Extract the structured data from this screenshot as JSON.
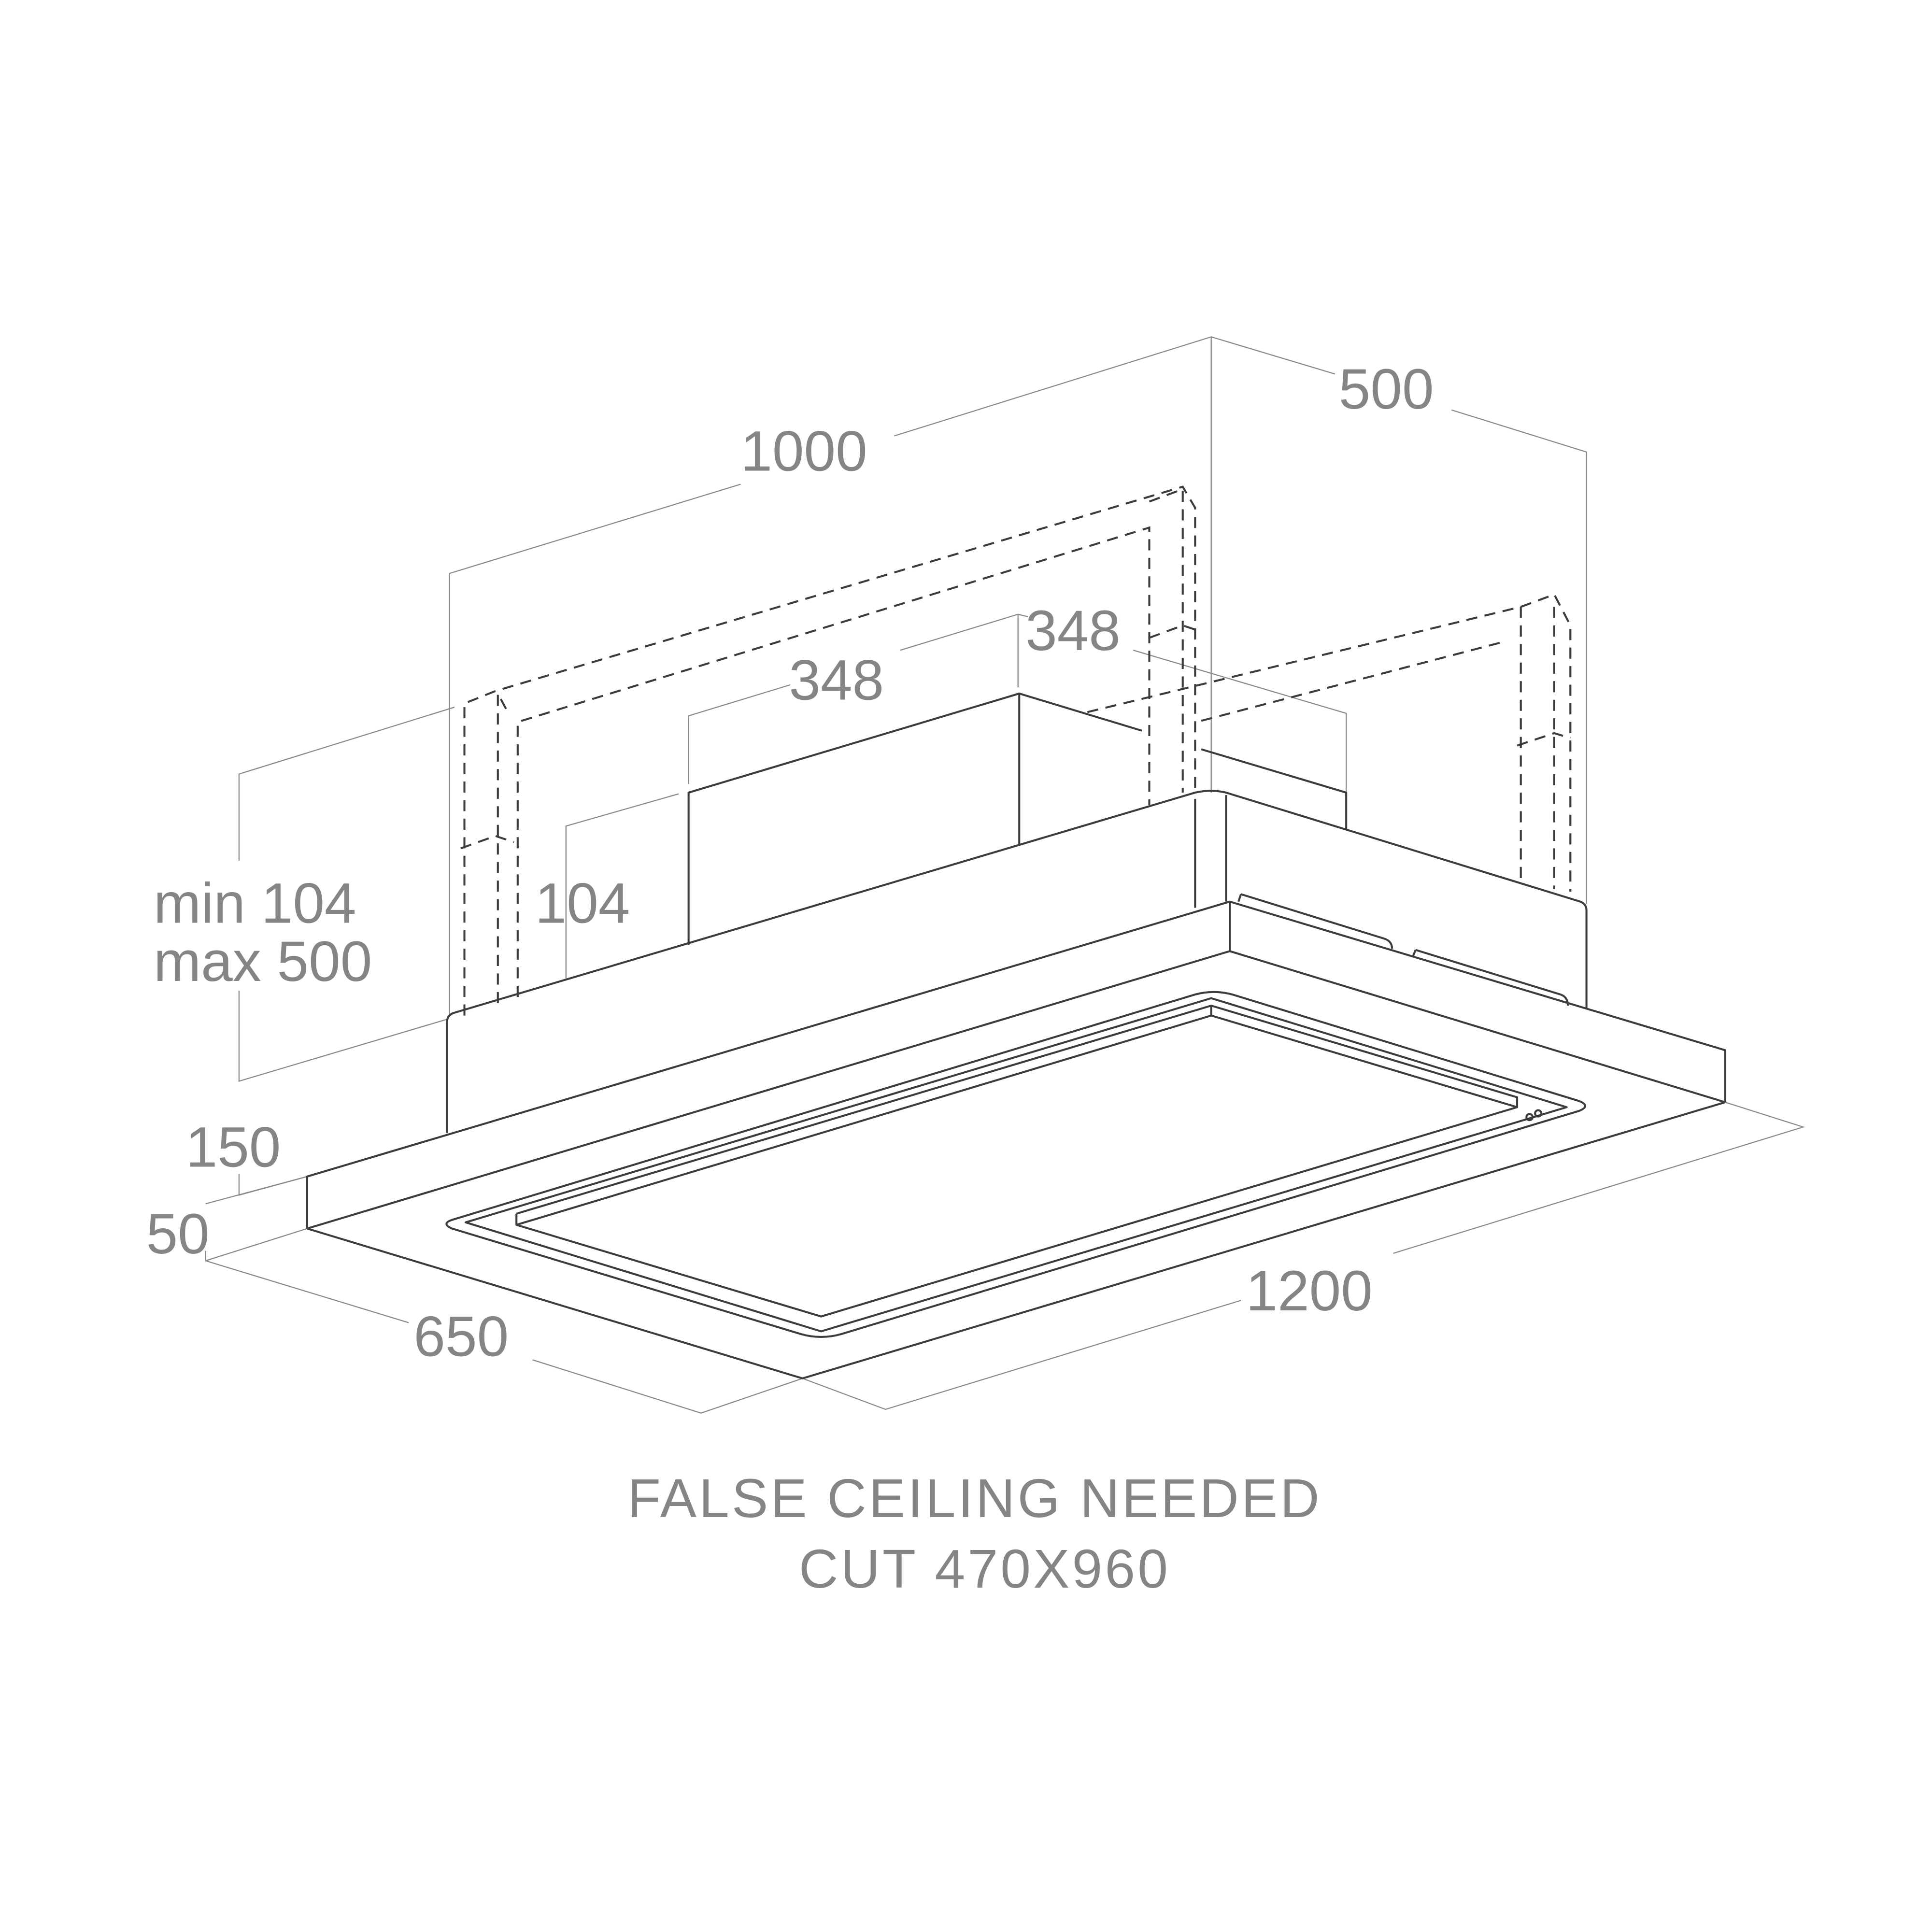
{
  "dimensions": {
    "total_depth_top": "1000",
    "total_width_top": "500",
    "motor_left": "348",
    "motor_right": "348",
    "motor_height": "104",
    "duct_min": "min 104",
    "duct_max": "max 500",
    "body_height": "150",
    "frame_height": "50",
    "frame_depth": "650",
    "frame_width": "1200"
  },
  "caption": {
    "line1": "FALSE CEILING NEEDED",
    "line2": "CUT 470X960"
  }
}
